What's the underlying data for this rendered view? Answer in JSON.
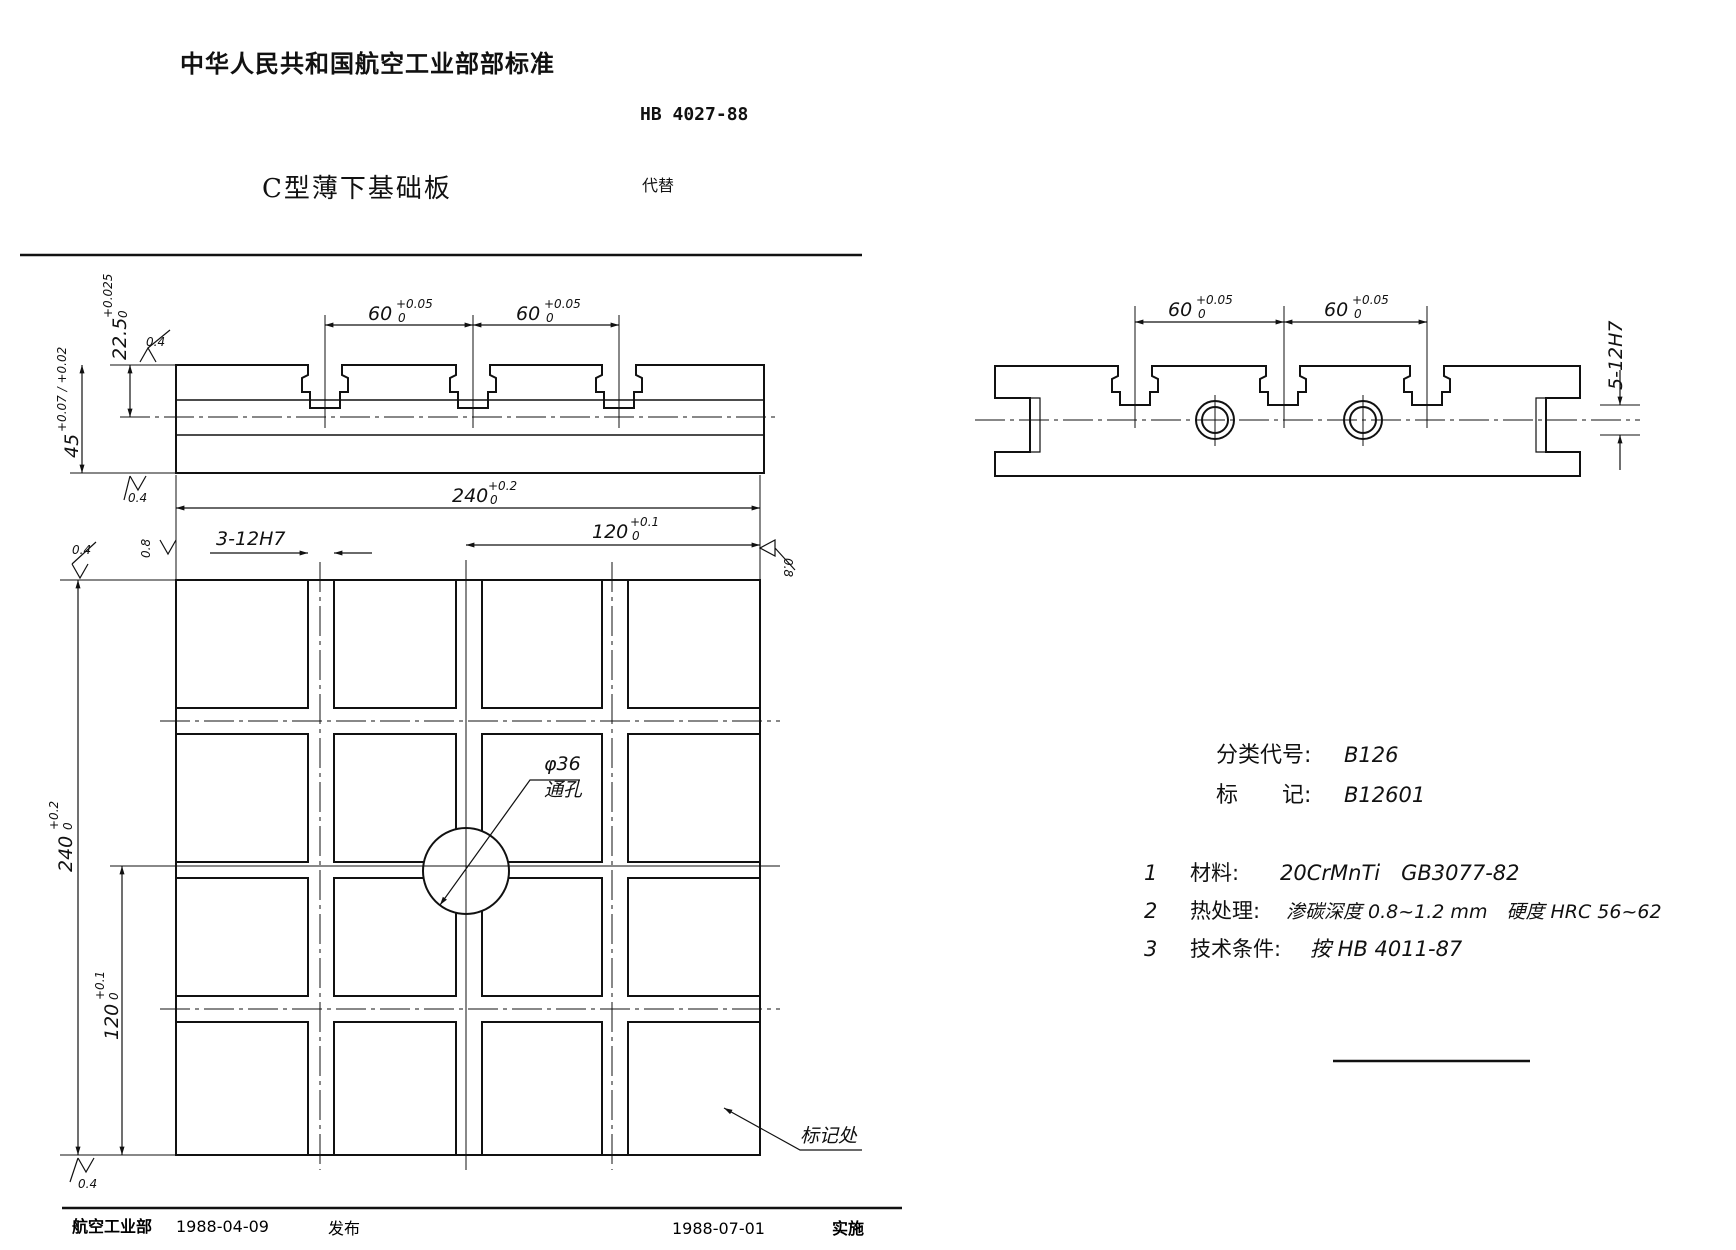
{
  "header": {
    "org": "中华人民共和国航空工业部部标准",
    "code": "HB 4027-88",
    "title": "C型薄下基础板",
    "replace": "代替"
  },
  "dims": {
    "side_a": "60",
    "side_a_tol": "+0.05",
    "side_a_tol0": "0",
    "side_b": "60",
    "side_b_tol": "+0.05",
    "side_b_tol0": "0",
    "height_top": "22.5",
    "height_top_tol": "+0.025",
    "height_top_tol0": "0",
    "height_total": "45",
    "height_total_tol": "+0.07 / +0.02",
    "rough_04_a": "0.4",
    "rough_04_b": "0.4",
    "rough_04_c": "0.4",
    "rough_04_d": "0.4",
    "rough_08_a": "0.8",
    "rough_08_b": "0.8",
    "width_240": "240",
    "width_240_tol": "+0.2",
    "width_240_tol0": "0",
    "slot_3": "3-12H7",
    "half_120": "120",
    "half_120_tol": "+0.1",
    "half_120_tol0": "0",
    "len_240": "240",
    "len_240_tol": "+0.2",
    "len_240_tol0": "0",
    "len_120": "120",
    "len_120_tol": "+0.1",
    "len_120_tol0": "0",
    "hole_dia": "φ36",
    "hole_type": "通孔",
    "mark_loc": "标记处",
    "right_a": "60",
    "right_a_tol": "+0.05",
    "right_a_tol0": "0",
    "right_b": "60",
    "right_b_tol": "+0.05",
    "right_b_tol0": "0",
    "slot_5": "5-12H7"
  },
  "classification": {
    "code_label": "分类代号:",
    "code_value": "B126",
    "mark_label": "标　　记:",
    "mark_value": "B12601"
  },
  "notes": [
    {
      "num": "1",
      "label": "材料:",
      "value": "20CrMnTi　GB3077-82"
    },
    {
      "num": "2",
      "label": "热处理:",
      "value": "渗碳深度 0.8~1.2 mm　硬度 HRC 56~62"
    },
    {
      "num": "3",
      "label": "技术条件:",
      "value": "按 HB 4011-87"
    }
  ],
  "footer": {
    "issuer": "航空工业部",
    "issue_date": "1988-04-09",
    "issue_label": "发布",
    "impl_date": "1988-07-01",
    "impl_label": "实施"
  }
}
